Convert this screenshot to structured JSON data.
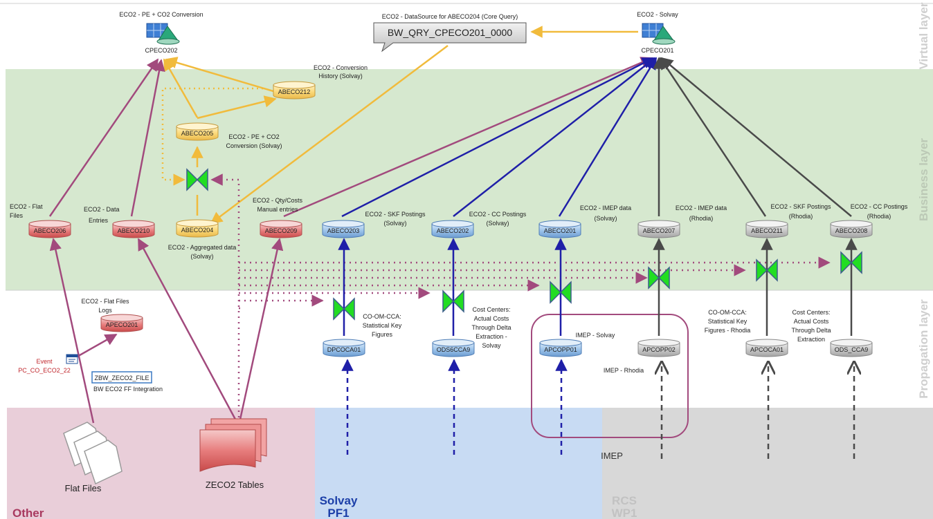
{
  "layers": {
    "virtual": "Virtual layer",
    "business": "Business layer",
    "propagation": "Propagation layer"
  },
  "sources": {
    "other": "Other",
    "solvay": [
      "Solvay",
      "PF1"
    ],
    "rcs": [
      "RCS",
      "WP1"
    ]
  },
  "cubes": {
    "cpeco202": {
      "title": "ECO2 - PE + CO2 Conversion",
      "name": "CPECO202"
    },
    "cpeco201": {
      "title": "ECO2 - Solvay",
      "name": "CPECO201"
    }
  },
  "query": {
    "title": "ECO2 - DataSource for ABECO204 (Core Query)",
    "name": "BW_QRY_CPECO201_0000"
  },
  "nodes": {
    "abeco212": {
      "name": "ABECO212",
      "caption": [
        "ECO2 - Conversion",
        "History (Solvay)"
      ]
    },
    "abeco205": {
      "name": "ABECO205",
      "caption": [
        "ECO2 - PE + CO2",
        "Conversion (Solvay)"
      ]
    },
    "abeco204": {
      "name": "ABECO204",
      "caption": [
        "ECO2 - Aggregated data",
        "(Solvay)"
      ]
    },
    "abeco206": {
      "name": "ABECO206",
      "caption": [
        "ECO2 - Flat",
        "Files"
      ]
    },
    "abeco210": {
      "name": "ABECO210",
      "caption": [
        "ECO2 - Data",
        "Entries"
      ]
    },
    "abeco209": {
      "name": "ABECO209",
      "caption": [
        "ECO2 - Qty/Costs",
        "Manual entries"
      ]
    },
    "abeco203": {
      "name": "ABECO203",
      "caption": [
        "ECO2 - SKF Postings",
        "(Solvay)"
      ]
    },
    "abeco202": {
      "name": "ABECO202",
      "caption": [
        "ECO2 - CC Postings",
        "(Solvay)"
      ]
    },
    "abeco201": {
      "name": "ABECO201",
      "caption": [
        "ECO2 - IMEP data",
        "(Solvay)"
      ]
    },
    "abeco207": {
      "name": "ABECO207",
      "caption": [
        "ECO2 - IMEP data",
        "(Rhodia)"
      ]
    },
    "abeco211": {
      "name": "ABECO211",
      "caption": [
        "ECO2 - SKF Postings",
        "(Rhodia)"
      ]
    },
    "abeco208": {
      "name": "ABECO208",
      "caption": [
        "ECO2 - CC Postings",
        "(Rhodia)"
      ]
    },
    "apeco201": {
      "name": "APECO201",
      "caption": [
        "ECO2 - Flat Files",
        "Logs"
      ]
    },
    "dpcoca01": {
      "name": "DPCOCA01",
      "caption": [
        "CO-OM-CCA:",
        "Statistical Key",
        "Figures"
      ]
    },
    "ods6cca9": {
      "name": "ODS6CCA9",
      "caption": [
        "Cost Centers:",
        "Actual Costs",
        "Through Delta",
        "Extraction -",
        "Solvay"
      ]
    },
    "apcopp01": {
      "name": "APCOPP01",
      "caption": [
        "IMEP - Solvay"
      ]
    },
    "apcopp02": {
      "name": "APCOPP02",
      "caption": [
        "IMEP - Rhodia"
      ]
    },
    "apcoca01": {
      "name": "APCOCA01",
      "caption": [
        "CO-OM-CCA:",
        "Statistical Key",
        "Figures - Rhodia"
      ]
    },
    "ods_cca9": {
      "name": "ODS_CCA9",
      "caption": [
        "Cost Centers:",
        "Actual Costs",
        "Through Delta",
        "Extraction"
      ]
    }
  },
  "event": {
    "label": "Event",
    "name": "PC_CO_ECO2_22"
  },
  "program": {
    "name": "ZBW_ZECO2_FILE",
    "caption": "BW ECO2 FF Integration"
  },
  "imep_group": "IMEP",
  "flat_files": "Flat Files",
  "zeco2_tables": "ZECO2 Tables",
  "colors": {
    "pink_edge": "#a24a7d",
    "blue_edge": "#1f1fa8",
    "gray_edge": "#4a4a4a",
    "yellow_edge": "#f1bb3c",
    "business_bg": "#d6e8cf",
    "other_bg": "#e9ced9",
    "solvay_bg": "#c8dbf3",
    "rcs_bg": "#d8d8d8",
    "transform": "#22dd22"
  }
}
